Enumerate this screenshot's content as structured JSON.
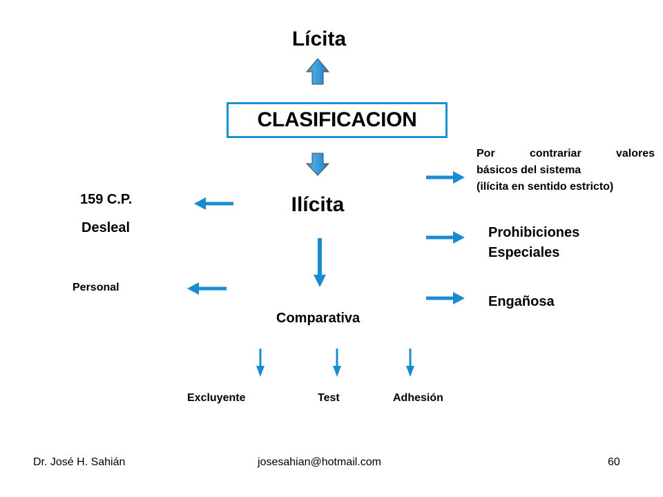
{
  "diagram": {
    "top_label": "Lícita",
    "center_box": "CLASIFICACION",
    "middle_label": "Ilícita",
    "left_branch": {
      "code": "159 C.P.",
      "label": "Desleal",
      "personal": "Personal"
    },
    "right_branch": {
      "strict_lines": [
        "Por contrariar valores",
        "básicos del sistema",
        "(ilícita en sentido estricto)"
      ],
      "special_lines": [
        "Prohibiciones",
        "Especiales"
      ],
      "misleading": "Engañosa"
    },
    "comparative": {
      "label": "Comparativa",
      "types": [
        "Excluyente",
        "Test",
        "Adhesión"
      ]
    }
  },
  "footer": {
    "author": "Dr. José H. Sahián",
    "email": "josesahian@hotmail.com",
    "page": "60"
  },
  "colors": {
    "accent": "#1a8bd0",
    "box_border": "#1f8fd4",
    "text": "#000000"
  }
}
